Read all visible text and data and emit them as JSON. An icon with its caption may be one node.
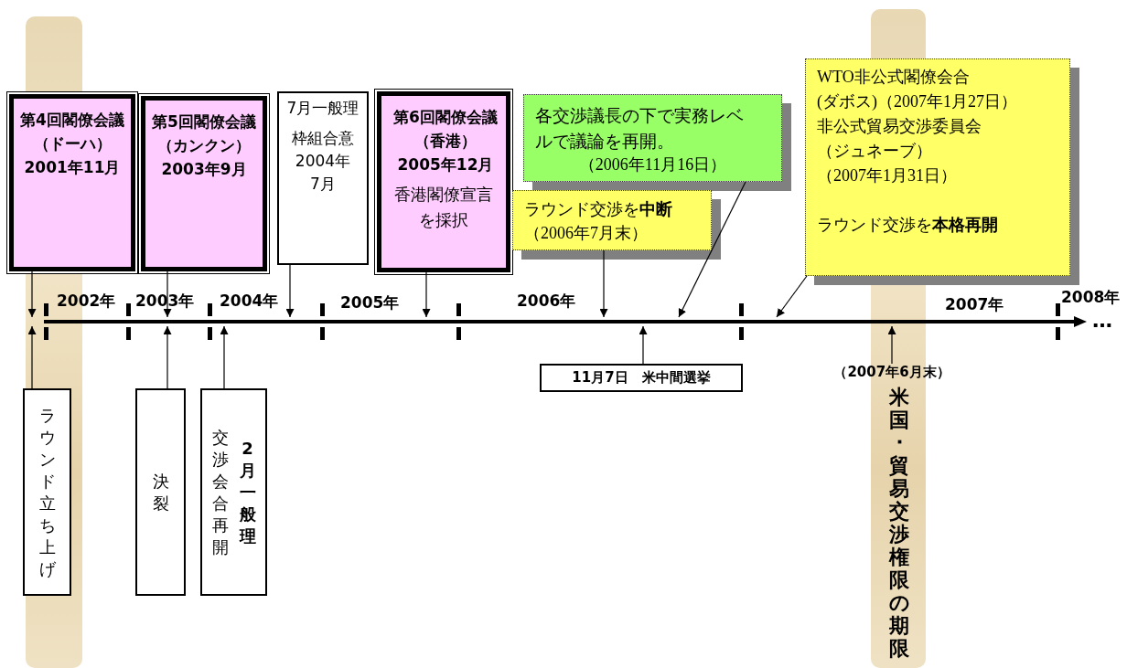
{
  "diagram": {
    "nodes": [
      {
        "text": [
          "第4回閣僚会議（ドーハ）2001年11月"
        ]
      },
      {
        "text": [
          "第5回閣僚会議（カンクン）2003年9月"
        ]
      },
      {
        "text": [
          "7月一般理",
          "枠組合意2004年7月"
        ]
      },
      {
        "text": [
          "第6回閣僚会議（香港）2005年12月",
          "香港閣僚宣言を採択"
        ]
      },
      {
        "text": [
          "各交渉議長の下で実務レベルで議論を再開。",
          "（2006年11月16日）"
        ]
      },
      {
        "text": [
          "ラウンド交渉を**中断**",
          "（2006年7月末）"
        ]
      },
      {
        "text": [
          "WTO非公式閣僚会合(ダボス)（2007年1月27日）",
          "非公式貿易交渉委員会（ジュネーブ）（2007年1月31日）",
          "ラウンド交渉を**本格再開**"
        ]
      },
      {
        "text": [],
        "shape": "arrow"
      },
      {
        "text": [
          "ラウンド立ち上げ"
        ]
      },
      {
        "text": [
          "決裂"
        ]
      },
      {
        "text": [
          "交渉会合再開",
          "2月一般理"
        ]
      },
      {
        "text": [
          "11月7日　米中間選挙"
        ]
      },
      {
        "text": [
          "（2007年6月末）"
        ]
      }
    ],
    "edges": [
      {
        "from": 0,
        "to": 7,
        "arrow": "to"
      },
      {
        "from": 8,
        "to": 7,
        "arrow": "to"
      },
      {
        "from": 1,
        "to": 7,
        "arrow": "to"
      },
      {
        "from": 9,
        "to": 7,
        "arrow": "to"
      },
      {
        "from": 10,
        "to": 7,
        "arrow": "to"
      },
      {
        "from": 2,
        "to": 7,
        "arrow": "to"
      },
      {
        "from": 3,
        "to": 7,
        "arrow": "to"
      },
      {
        "from": 5,
        "to": 7,
        "arrow": "to"
      },
      {
        "from": 4,
        "to": 7,
        "arrow": "to"
      },
      {
        "from": 6,
        "to": 7,
        "arrow": "to"
      },
      {
        "from": 11,
        "to": 7,
        "arrow": "to"
      },
      {
        "from": 12,
        "to": 7,
        "arrow": "to"
      }
    ],
    "labels": [
      "2002年",
      "2003年",
      "2004年",
      "2005年",
      "2006年",
      "2007年",
      "2008年",
      "…",
      "米国･貿易交渉権限の期限"
    ]
  }
}
